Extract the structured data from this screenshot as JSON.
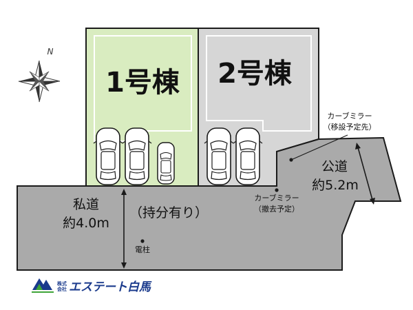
{
  "colors": {
    "lot1_fill": "#d9ecc0",
    "lot2_fill": "#d6d6d6",
    "road_fill": "#aaaaaa",
    "outline": "#1a1a1a",
    "inner_line": "#ffffff",
    "logo_blue": "#1a3a8c",
    "logo_green": "#3da336"
  },
  "lots": {
    "lot1": {
      "label": "1号棟"
    },
    "lot2": {
      "label": "2号棟"
    }
  },
  "compass": {
    "label": "N",
    "icon": "compass-rose-icon"
  },
  "private_road": {
    "name": "私道",
    "width": "約4.0m",
    "ownership": "（持分有り）"
  },
  "public_road": {
    "name": "公道",
    "width": "約5.2m"
  },
  "mirror_relocate": {
    "line1": "カーブミラー",
    "line2": "（移設予定先）"
  },
  "mirror_remove": {
    "line1": "カーブミラー",
    "line2": "（撤去予定）"
  },
  "pole": {
    "label": "電柱"
  },
  "logo": {
    "sub_line1": "株式",
    "sub_line2": "会社",
    "name": "エステート白馬",
    "icon": "mountain-logo-icon"
  }
}
